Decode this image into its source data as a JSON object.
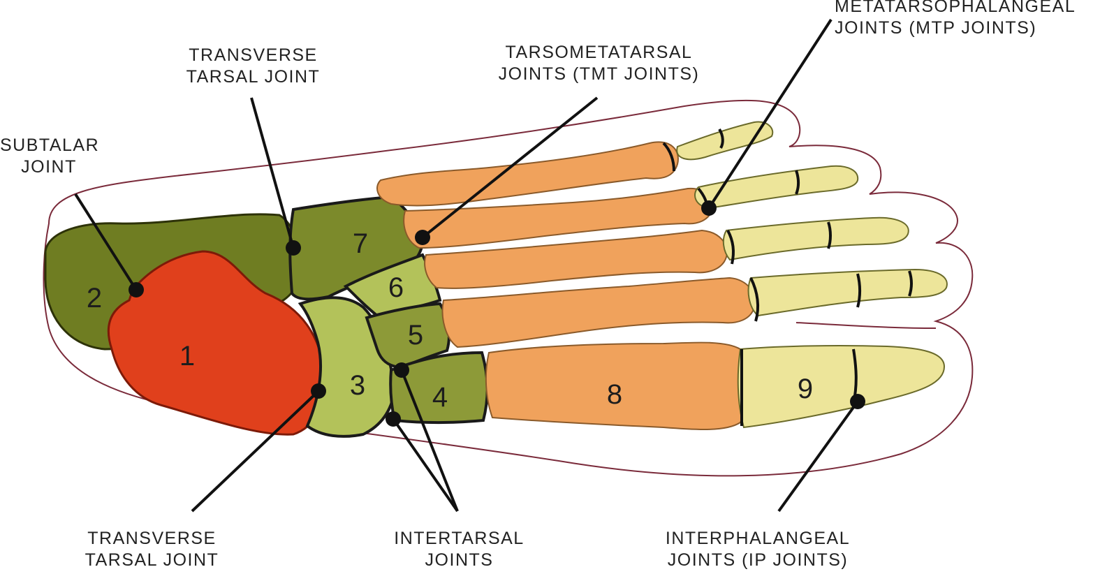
{
  "labels": {
    "subtalar": [
      "SUBTALAR",
      "JOINT"
    ],
    "transverse_top": [
      "TRANSVERSE",
      "TARSAL JOINT"
    ],
    "tarsometatarsal": [
      "TARSOMETATARSAL",
      "JOINTS (TMT JOINTS)"
    ],
    "metatarsophalangeal": [
      "METATARSOPHALANGEAL",
      "JOINTS (MTP JOINTS)"
    ],
    "transverse_bottom": [
      "TRANSVERSE",
      "TARSAL JOINT"
    ],
    "intertarsal": [
      "INTERTARSAL",
      "JOINTS"
    ],
    "interphalangeal": [
      "INTERPHALANGEAL",
      "JOINTS (IP JOINTS)"
    ]
  },
  "bone_numbers": [
    "1",
    "2",
    "3",
    "4",
    "5",
    "6",
    "7",
    "8",
    "9"
  ],
  "colors": {
    "outline": "#7a2a3a",
    "talus": "#e0401c",
    "calcaneus": "#6f7d22",
    "midfoot_light": "#b3c25a",
    "midfoot_mid": "#8d9a38",
    "metatarsal": "#f0a25c",
    "phalanx": "#ede59a",
    "pointer": "#111111"
  }
}
